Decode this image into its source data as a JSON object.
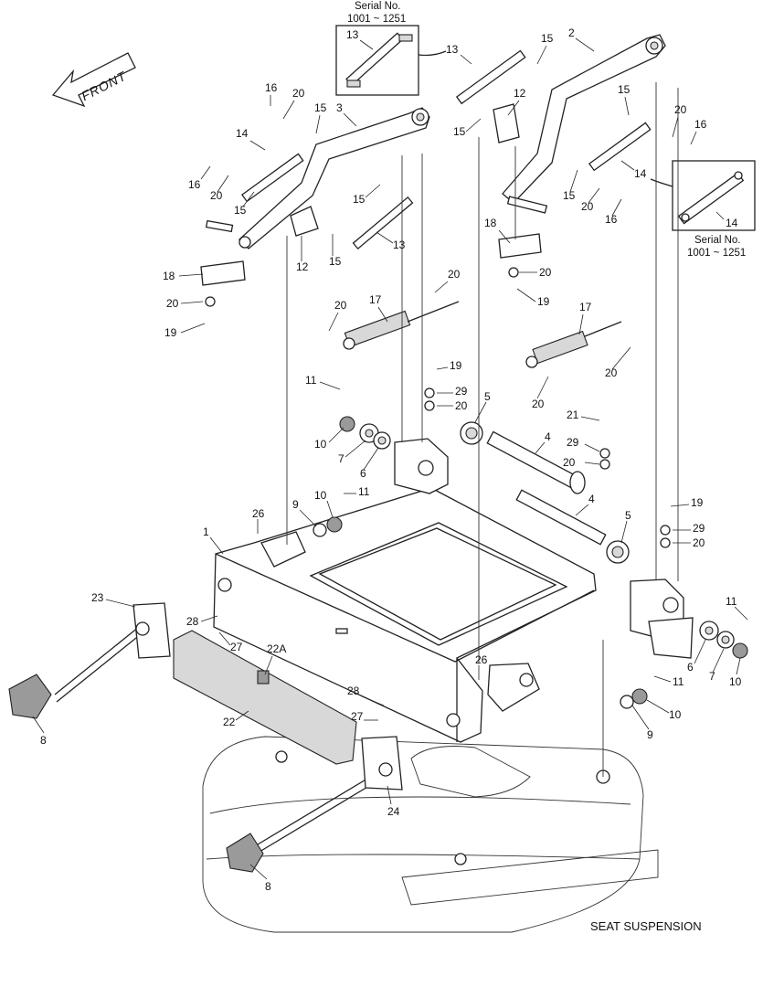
{
  "diagram": {
    "title": "SEAT SUSPENSION",
    "direction_label": "FRONT",
    "inset_left": {
      "line1": "Serial No.",
      "line2": "1001 ~ 1251"
    },
    "inset_right": {
      "line1": "Serial No.",
      "line2": "1001 ~ 1251"
    },
    "callouts": [
      "1",
      "2",
      "3",
      "4",
      "4",
      "5",
      "5",
      "6",
      "6",
      "7",
      "7",
      "8",
      "8",
      "9",
      "9",
      "10",
      "10",
      "10",
      "10",
      "11",
      "11",
      "11",
      "11",
      "12",
      "12",
      "13",
      "13",
      "13",
      "14",
      "14",
      "14",
      "15",
      "15",
      "15",
      "15",
      "15",
      "15",
      "15",
      "15",
      "16",
      "16",
      "16",
      "16",
      "17",
      "17",
      "18",
      "18",
      "19",
      "19",
      "19",
      "19",
      "20",
      "20",
      "20",
      "20",
      "20",
      "20",
      "20",
      "20",
      "20",
      "20",
      "20",
      "20",
      "21",
      "22",
      "22A",
      "23",
      "24",
      "26",
      "26",
      "27",
      "27",
      "28",
      "28",
      "29",
      "29",
      "29"
    ]
  }
}
